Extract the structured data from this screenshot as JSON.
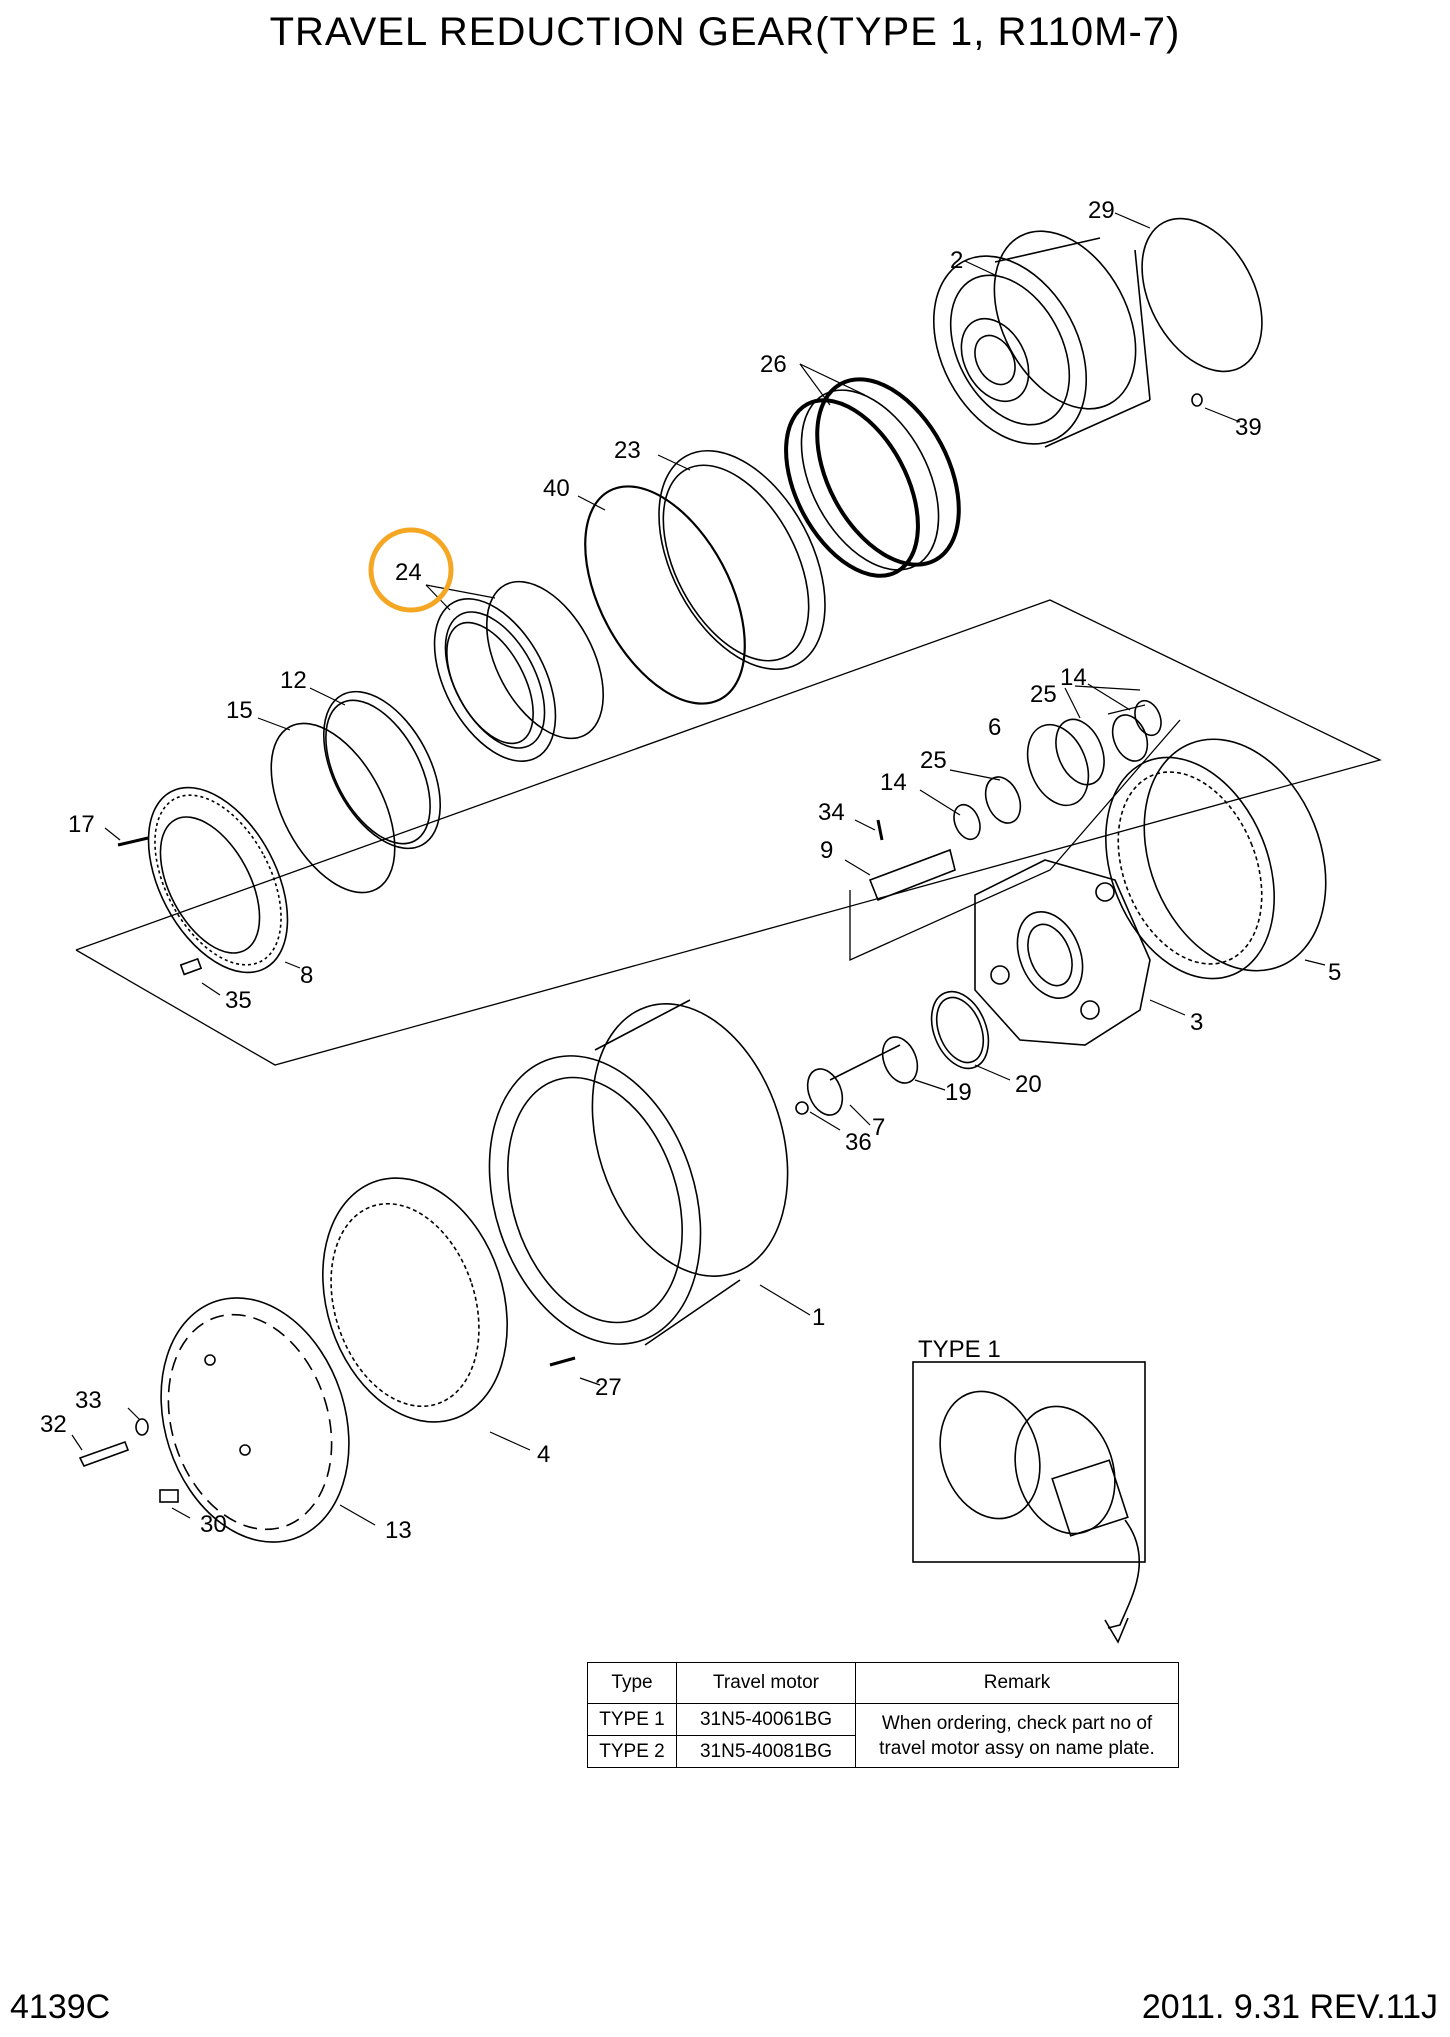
{
  "title": "TRAVEL REDUCTION GEAR(TYPE 1, R110M-7)",
  "footer": {
    "code": "4139C",
    "revision": "2011. 9.31  REV.11J"
  },
  "highlight_color": "#f5a623",
  "highlighted_part": "24",
  "part_numbers": {
    "p1": "1",
    "p2": "2",
    "p3": "3",
    "p4": "4",
    "p5": "5",
    "p6": "6",
    "p7": "7",
    "p8": "8",
    "p9": "9",
    "p12": "12",
    "p13": "13",
    "p14a": "14",
    "p14b": "14",
    "p15": "15",
    "p17": "17",
    "p19": "19",
    "p20": "20",
    "p23": "23",
    "p24": "24",
    "p25a": "25",
    "p25b": "25",
    "p26": "26",
    "p27": "27",
    "p29": "29",
    "p30": "30",
    "p32": "32",
    "p33": "33",
    "p34": "34",
    "p35": "35",
    "p36": "36",
    "p39": "39",
    "p40": "40"
  },
  "inset": {
    "label": "TYPE 1"
  },
  "table": {
    "headers": [
      "Type",
      "Travel motor",
      "Remark"
    ],
    "rows": [
      {
        "type": "TYPE 1",
        "motor": "31N5-40061BG"
      },
      {
        "type": "TYPE 2",
        "motor": "31N5-40081BG"
      }
    ],
    "remark_line1": "When ordering, check part no of",
    "remark_line2": "travel motor assy on name plate."
  }
}
